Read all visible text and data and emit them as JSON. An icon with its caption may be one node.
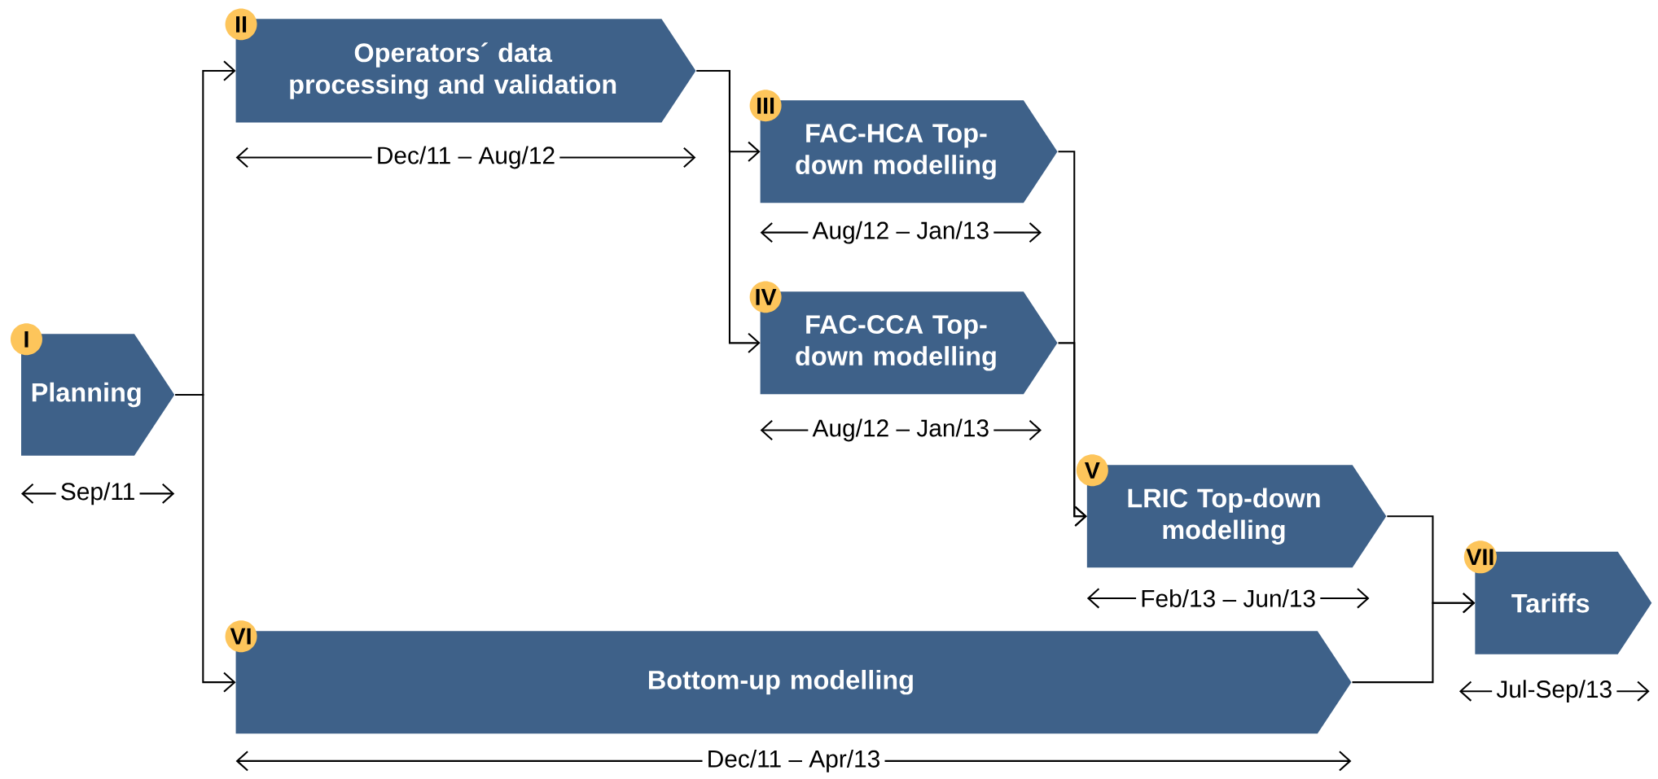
{
  "diagram": {
    "nodes": [
      {
        "text": [
          "I",
          "Planning"
        ],
        "beside": [
          "Sep/11"
        ]
      },
      {
        "text": [
          "II",
          "Operators´ data processing and validation"
        ],
        "beside": [
          "Dec/11 – Aug/12"
        ]
      },
      {
        "text": [
          "III",
          "FAC-HCA Top-down  modelling"
        ],
        "beside": [
          "Aug/12 – Jan/13"
        ]
      },
      {
        "text": [
          "IV",
          "FAC-CCA Top-down modelling"
        ],
        "beside": [
          "Aug/12 – Jan/13"
        ]
      },
      {
        "text": [
          "V",
          "LRIC Top-down modelling"
        ],
        "beside": [
          "Feb/13 – Jun/13"
        ]
      },
      {
        "text": [
          "VI",
          "Bottom-up modelling"
        ],
        "beside": [
          "Dec/11 – Apr/13"
        ]
      },
      {
        "text": [
          "VII",
          "Tariffs"
        ],
        "beside": [
          "Jul-Sep/13"
        ]
      }
    ],
    "edges": [
      {
        "from": 0,
        "to": 1,
        "arrow": "to"
      },
      {
        "from": 0,
        "to": 5,
        "arrow": "to"
      },
      {
        "from": 1,
        "to": 2,
        "arrow": "to"
      },
      {
        "from": 1,
        "to": 3,
        "arrow": "to"
      },
      {
        "from": 2,
        "to": 4,
        "arrow": "to"
      },
      {
        "from": 3,
        "to": 4,
        "arrow": "to"
      },
      {
        "from": 4,
        "to": 6,
        "arrow": "to"
      },
      {
        "from": 5,
        "to": 6,
        "arrow": "to"
      }
    ]
  }
}
